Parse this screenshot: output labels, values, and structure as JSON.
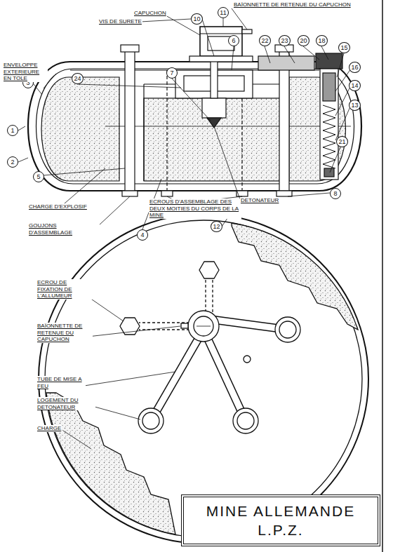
{
  "diagram": {
    "nodes": [
      {
        "text": [
          "11"
        ]
      },
      {
        "text": [
          "10"
        ]
      },
      {
        "text": [
          "6"
        ]
      },
      {
        "text": [
          "22"
        ]
      },
      {
        "text": [
          "23"
        ]
      },
      {
        "text": [
          "20"
        ]
      },
      {
        "text": [
          "18"
        ]
      },
      {
        "text": [
          "15"
        ]
      },
      {
        "text": [
          "3"
        ]
      },
      {
        "text": [
          "24"
        ]
      },
      {
        "text": [
          "7"
        ]
      },
      {
        "text": [
          "1"
        ]
      },
      {
        "text": [
          "16"
        ]
      },
      {
        "text": [
          "14"
        ]
      },
      {
        "text": [
          "13"
        ]
      },
      {
        "text": [
          "2"
        ]
      },
      {
        "text": [
          "5"
        ]
      },
      {
        "text": [
          "21"
        ]
      },
      {
        "text": [
          "8"
        ]
      },
      {
        "text": [
          "4"
        ]
      },
      {
        "text": [
          "12"
        ]
      },
      {
        "text": [
          "MINE ALLEMANDE",
          "L.P.Z."
        ]
      }
    ],
    "labels": [
      "CAPUCHON",
      "BAÏONNETTE DE RETENUE DU CAPUCHON",
      "VIS DE SURETE",
      "ENVELOPPE EXTERIEURE EN TOLE",
      "CHARGE D'EXPLOSIF",
      "GOUJONS D'ASSEMBLAGE",
      "ECROUS D'ASSEMBLAGE DES DEUX MOITIES DU CORPS DE LA MINE",
      "DETONATEUR",
      "ECROU DE FIXATION DE L'ALLUMEUR",
      "BAÏONNETTE DE RETENUE DU CAPUCHON",
      "TUBE DE MISE A FEU",
      "LOGEMENT DU DETONATEUR",
      "CHARGE"
    ]
  }
}
